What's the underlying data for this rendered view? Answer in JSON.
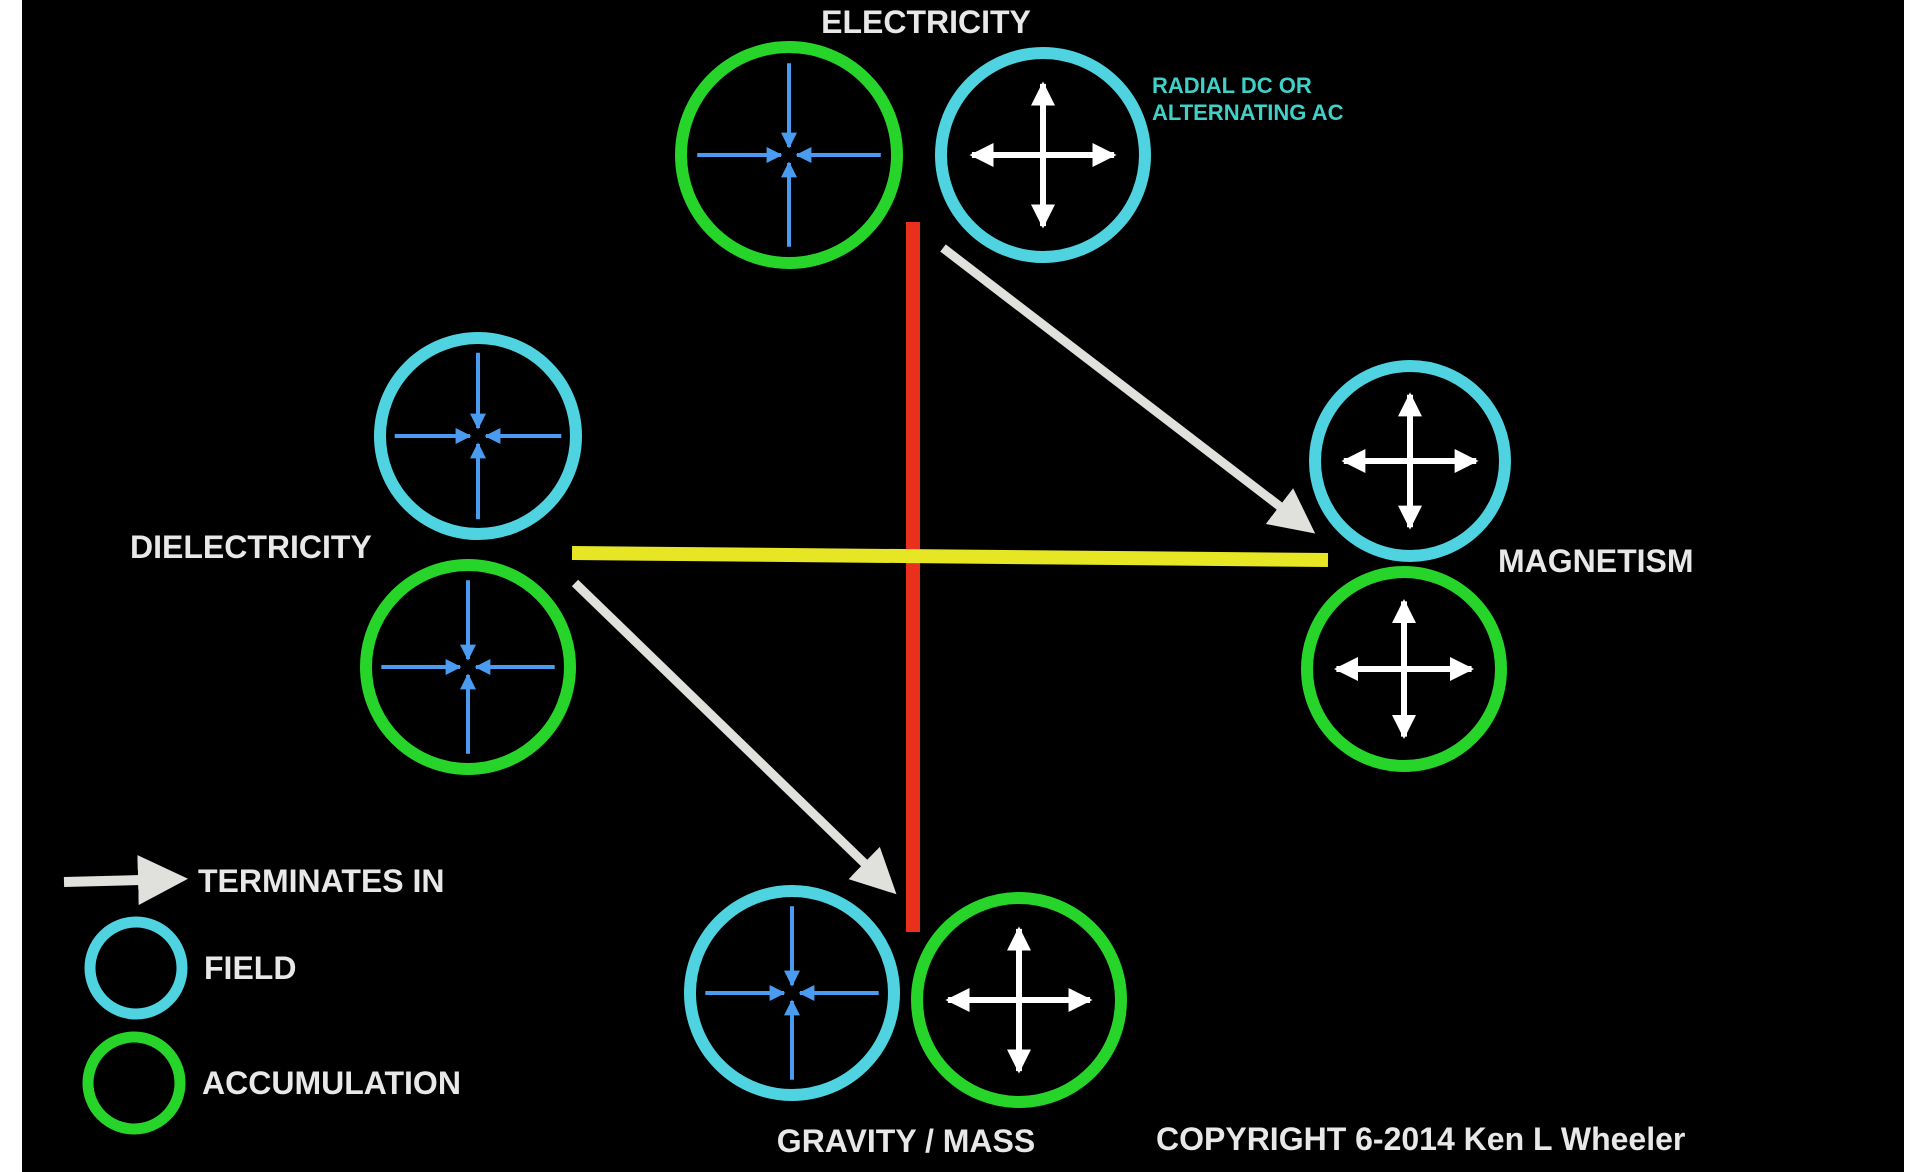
{
  "colors": {
    "background": "#000000",
    "field_ring": "#4fd3e0",
    "accumulation_ring": "#27d52a",
    "inward_arrow": "#4a9cf0",
    "outward_arrow": "#ffffff",
    "terminates_arrow": "#e0e0dc",
    "vertical_axis": "#e8301c",
    "horizontal_axis": "#e6e624",
    "annotation": "#3fd1c7"
  },
  "labels": {
    "electricity": "ELECTRICITY",
    "electricity_note_line1": "RADIAL DC OR",
    "electricity_note_line2": "ALTERNATING AC",
    "dielectricity": "DIELECTRICITY",
    "magnetism": "MAGNETISM",
    "gravity": "GRAVITY / MASS",
    "copyright": "COPYRIGHT 6-2014 Ken L Wheeler"
  },
  "legend": {
    "terminates": "TERMINATES IN",
    "field": "FIELD",
    "accumulation": "ACCUMULATION"
  },
  "rings": [
    {
      "group": "electricity",
      "ring": "accumulation-ring",
      "arrows": "inward-arrows-icon"
    },
    {
      "group": "electricity",
      "ring": "field-ring",
      "arrows": "outward-arrows-icon"
    },
    {
      "group": "dielectricity",
      "ring": "field-ring",
      "arrows": "inward-arrows-icon"
    },
    {
      "group": "dielectricity",
      "ring": "accumulation-ring",
      "arrows": "inward-arrows-icon"
    },
    {
      "group": "magnetism",
      "ring": "field-ring",
      "arrows": "outward-arrows-icon"
    },
    {
      "group": "magnetism",
      "ring": "accumulation-ring",
      "arrows": "outward-arrows-icon"
    },
    {
      "group": "gravity",
      "ring": "field-ring",
      "arrows": "inward-arrows-icon"
    },
    {
      "group": "gravity",
      "ring": "accumulation-ring",
      "arrows": "outward-arrows-icon"
    }
  ]
}
